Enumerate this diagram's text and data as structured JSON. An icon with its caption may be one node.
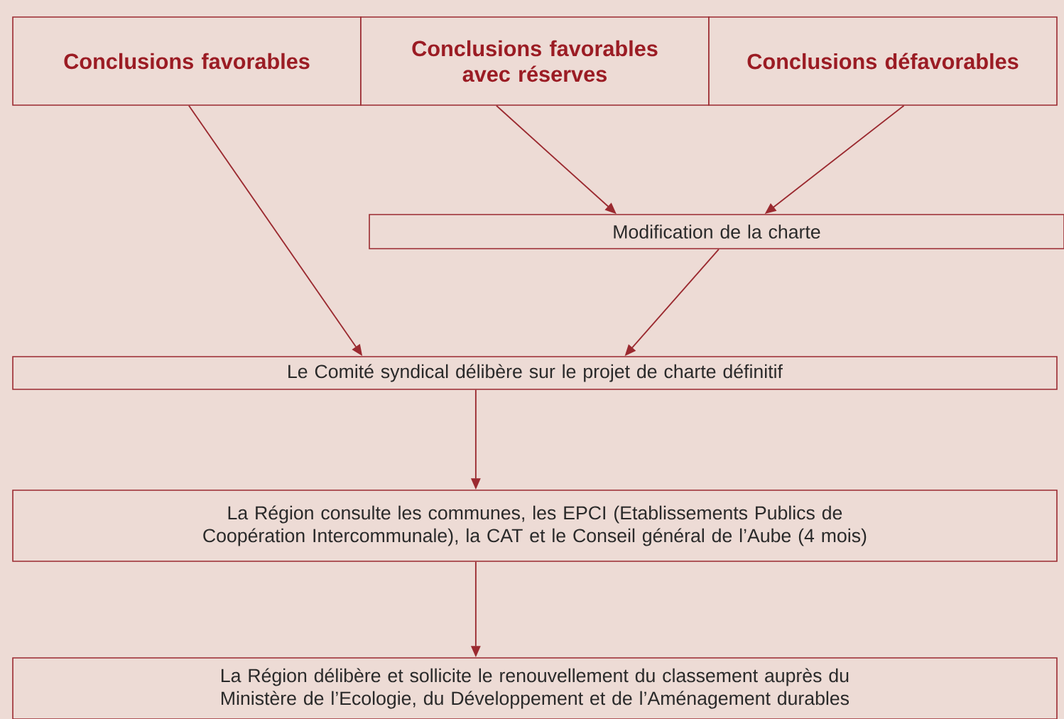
{
  "diagram": {
    "nodes": [
      {
        "text": [
          "Conclusions favorables"
        ]
      },
      {
        "text": [
          "Conclusions favorables avec réserves"
        ]
      },
      {
        "text": [
          "Conclusions défavorables"
        ]
      },
      {
        "text": [
          "Modification de la charte"
        ]
      },
      {
        "text": [
          "Le Comité syndical délibère sur le projet de charte définitif"
        ]
      },
      {
        "text": [
          "La Région consulte les communes, les EPCI (Etablissements Publics de Coopération Intercommunale), la CAT et le Conseil général de l’Aube (4 mois)"
        ]
      },
      {
        "text": [
          "La Région délibère et sollicite le renouvellement du classement auprès du Ministère de l’Ecologie, du Développement et de l’Aménagement durables"
        ]
      }
    ],
    "edges": [
      {
        "from": 0,
        "to": 4,
        "arrow": "to"
      },
      {
        "from": 1,
        "to": 3,
        "arrow": "to"
      },
      {
        "from": 2,
        "to": 3,
        "arrow": "to"
      },
      {
        "from": 3,
        "to": 4,
        "arrow": "to"
      },
      {
        "from": 4,
        "to": 5,
        "arrow": "to"
      },
      {
        "from": 5,
        "to": 6,
        "arrow": "to"
      }
    ]
  }
}
